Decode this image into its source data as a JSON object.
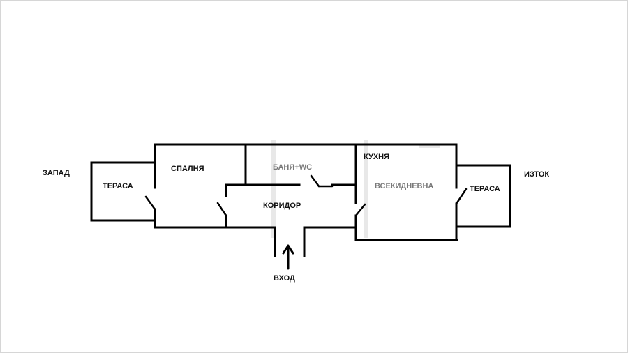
{
  "labels": {
    "west": "ЗАПАД",
    "east": "ИЗТОК",
    "terrace_left": "ТЕРАСА",
    "bedroom": "СПАЛНЯ",
    "bathroom": "БАНЯ+WC",
    "kitchen": "КУХНЯ",
    "living_room": "ВСЕКИДНЕВНА",
    "corridor": "КОРИДОР",
    "terrace_right": "ТЕРАСА",
    "entrance": "ВХОД"
  },
  "colors": {
    "wall": "#000000",
    "label": "#111111",
    "label_muted": "#7a7a7a",
    "watermark": "#e8e8e8"
  }
}
